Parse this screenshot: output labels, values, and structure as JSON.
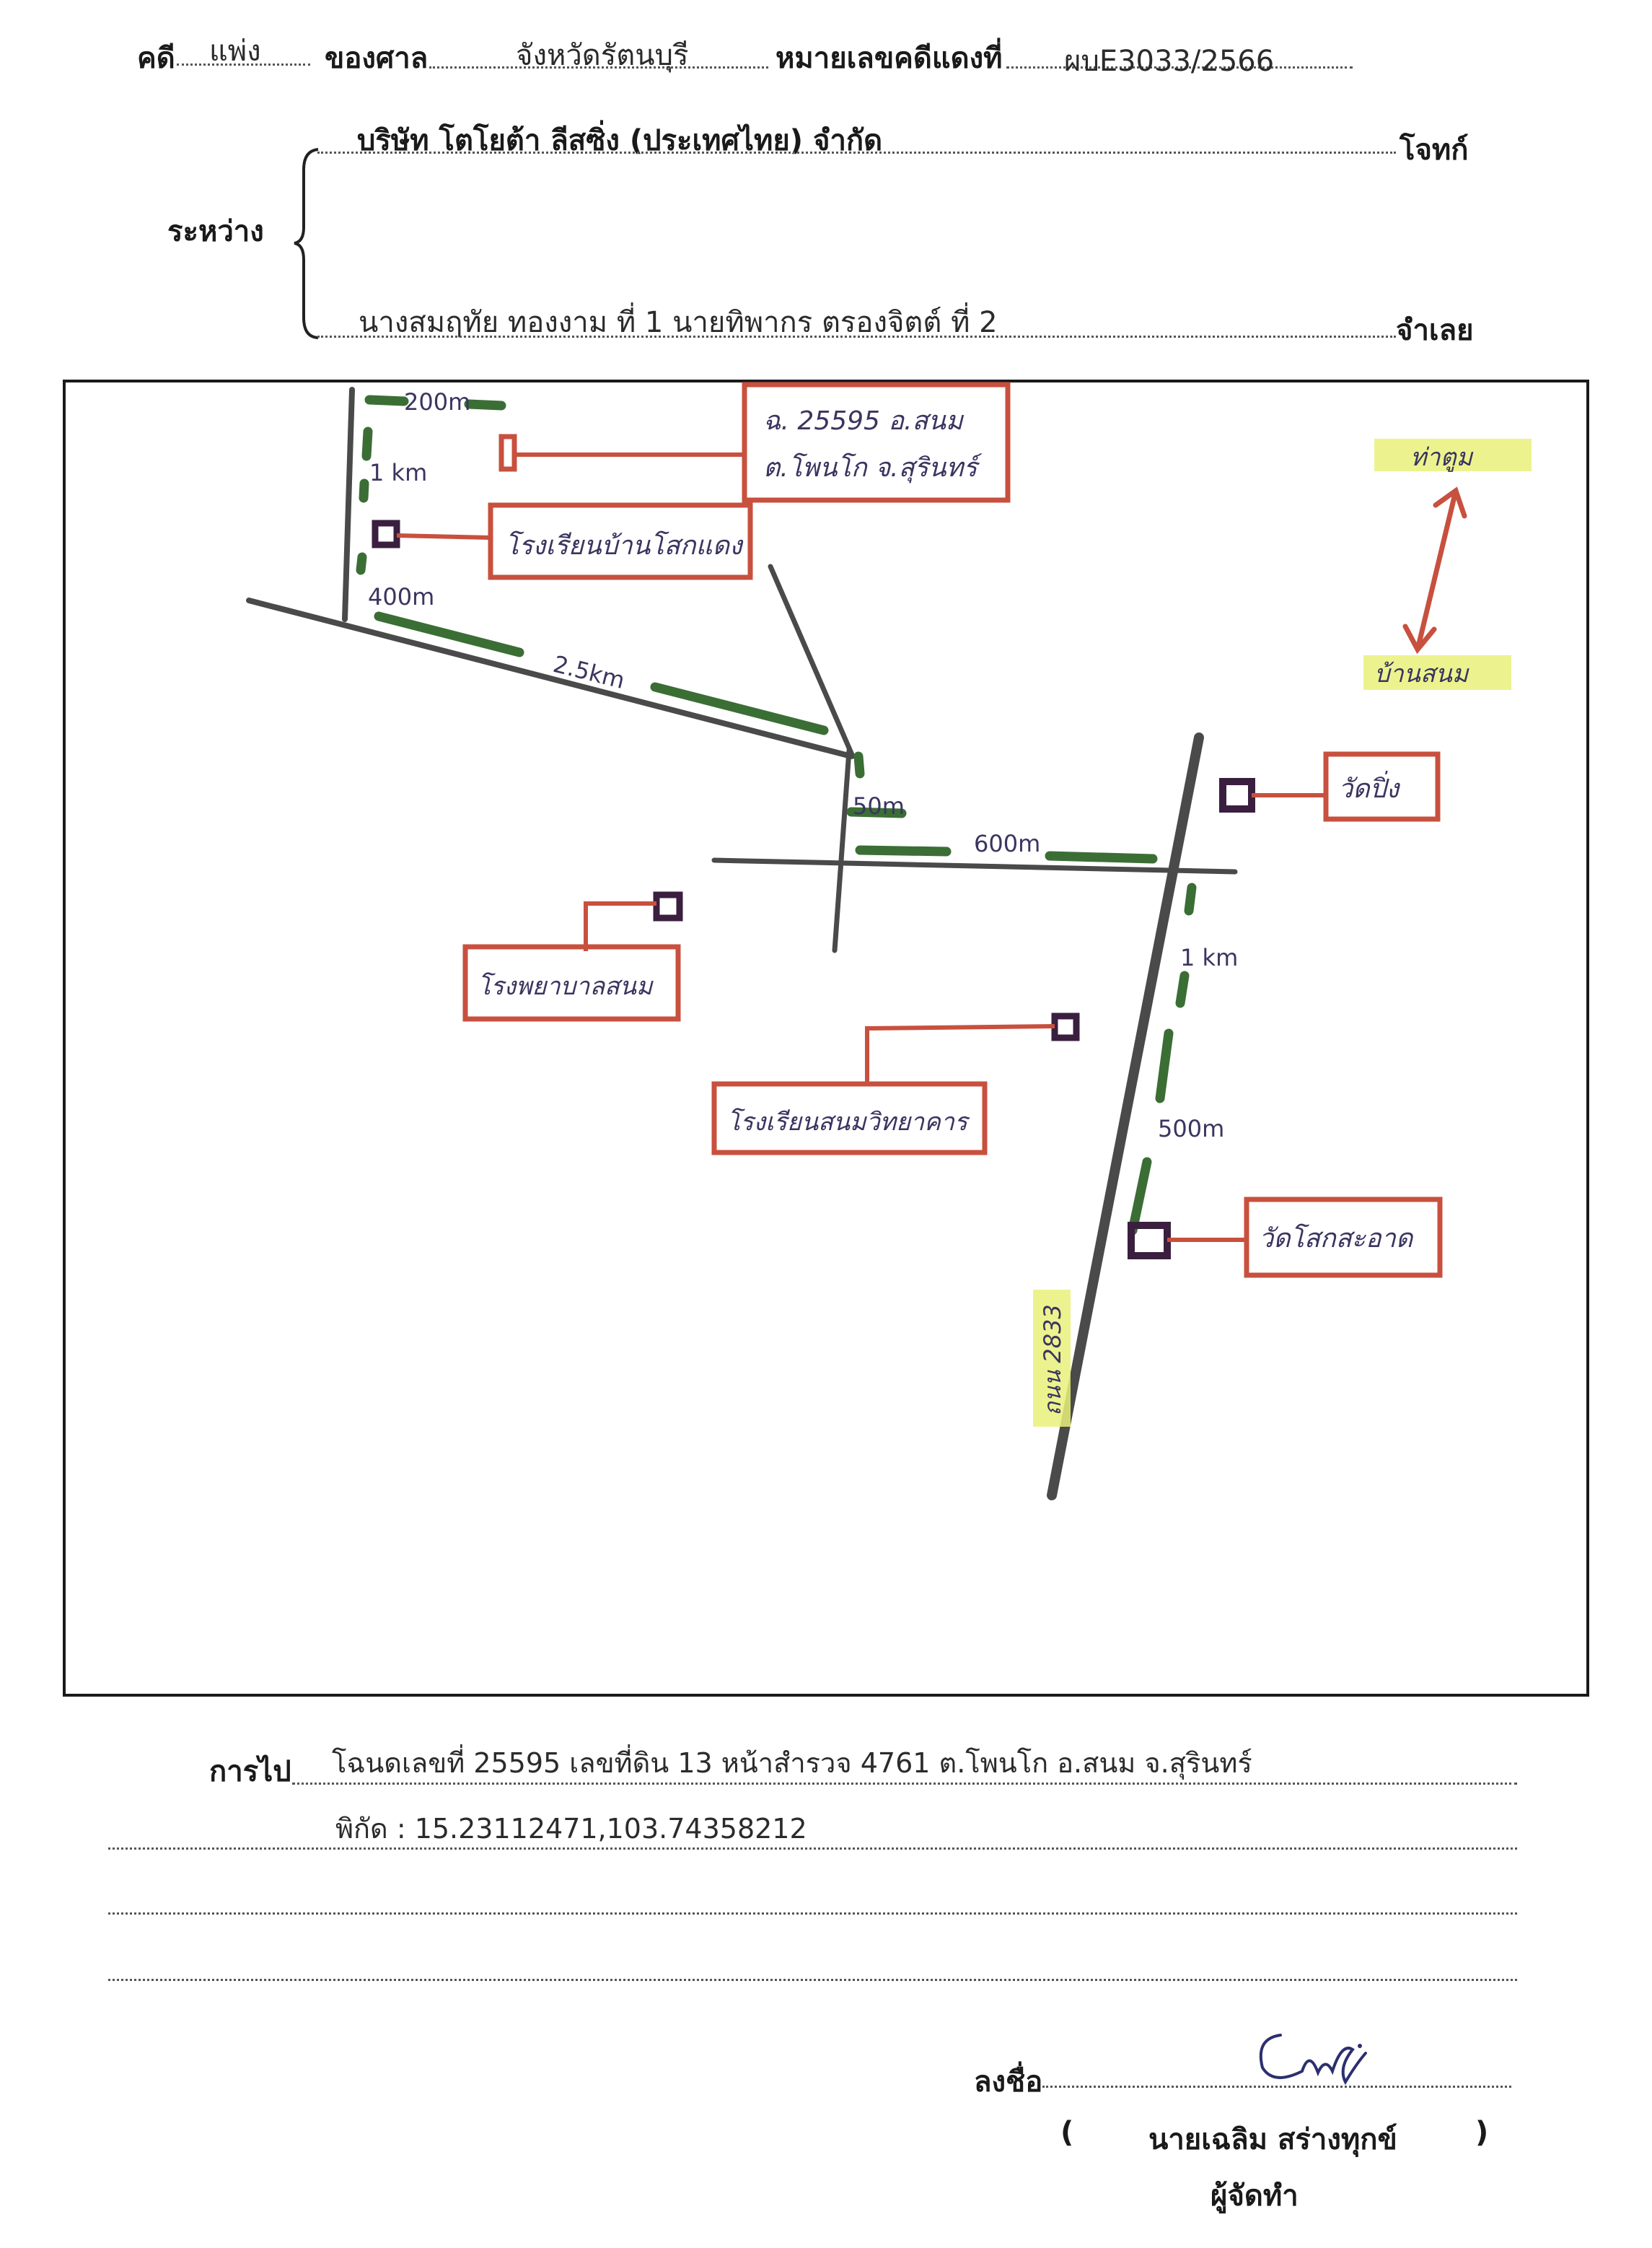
{
  "header": {
    "case_label": "คดี",
    "case_type": "แพ่ง",
    "court_label": "ของศาล",
    "court_name": "จังหวัดรัตนบุรี",
    "red_case_label": "หมายเลขคดีแดงที่",
    "red_case_no": "ผบE3033/2566"
  },
  "parties": {
    "between_label": "ระหว่าง",
    "plaintiff_name": "บริษัท โตโยต้า ลีสซิ่ง (ประเทศไทย) จำกัด",
    "plaintiff_role": "โจทก์",
    "defendant_name": "นางสมฤทัย ทองงาม ที่ 1 นายทิพากร ตรองจิตต์ ที่ 2",
    "defendant_role": "จำเลย"
  },
  "map": {
    "target_label_line1": "ฉ. 25595 อ.สนม",
    "target_label_line2": "ต.โพนโก จ.สุรินทร์",
    "school_ban_label": "โรงเรียนบ้านโสกแดง",
    "hospital_label": "โรงพยาบาลสนม",
    "school_snom_label": "โรงเรียนสนมวิทยาคาร",
    "temple_ping_label": "วัดปิ่ง",
    "temple_sok_label": "วัดโสกสะอาด",
    "road_label": "ถนน 2833",
    "north_label": "ท่าตูม",
    "south_label": "บ้านสนม",
    "dist_200m": "200m",
    "dist_1km_a": "1 km",
    "dist_400m": "400m",
    "dist_2_5km": "2.5km",
    "dist_50m": "50m",
    "dist_600m": "600m",
    "dist_1km_b": "1 km",
    "dist_500m": "500m",
    "colors": {
      "road": "#4a4a4a",
      "label_box": "#c8503e",
      "distance": "#3b6e35",
      "landmark": "#3a1f3f",
      "highlight": "#e9f17a"
    }
  },
  "footer": {
    "route_label": "การไป",
    "route_line1": "โฉนดเลขที่ 25595 เลขที่ดิน 13 หน้าสำรวจ 4761  ต.โพนโก  อ.สนม  จ.สุรินทร์",
    "route_line2": "พิกัด :  15.23112471,103.74358212",
    "sign_label": "ลงชื่อ",
    "signer_name": "นายเฉลิม  สร่างทุกข์",
    "signer_role": "ผู้จัดทำ"
  }
}
